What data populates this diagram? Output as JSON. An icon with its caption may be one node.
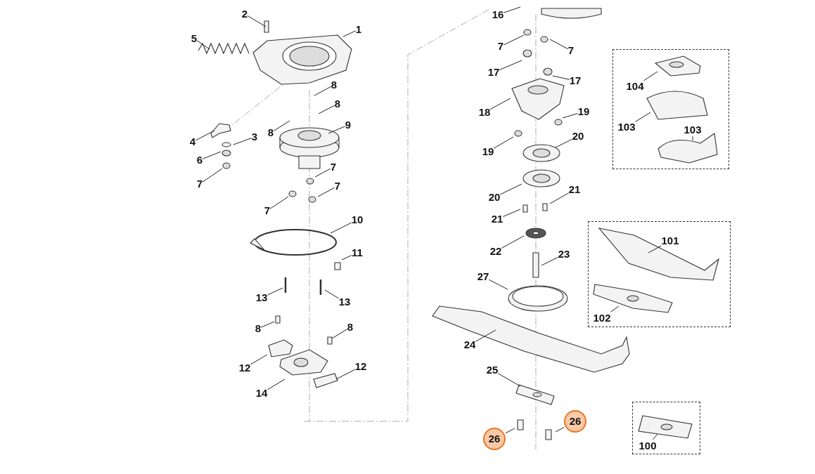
{
  "diagram": {
    "nodes": [
      {
        "text": [
          "2"
        ]
      },
      {
        "text": [
          "1"
        ]
      },
      {
        "text": [
          "5"
        ]
      },
      {
        "text": [
          "8"
        ]
      },
      {
        "text": [
          "8"
        ]
      },
      {
        "text": [
          "8"
        ]
      },
      {
        "text": [
          "9"
        ]
      },
      {
        "text": [
          "4"
        ]
      },
      {
        "text": [
          "3"
        ]
      },
      {
        "text": [
          "6"
        ]
      },
      {
        "text": [
          "7"
        ]
      },
      {
        "text": [
          "7"
        ]
      },
      {
        "text": [
          "7"
        ]
      },
      {
        "text": [
          "7"
        ]
      },
      {
        "text": [
          "10"
        ]
      },
      {
        "text": [
          "11"
        ]
      },
      {
        "text": [
          "13"
        ]
      },
      {
        "text": [
          "13"
        ]
      },
      {
        "text": [
          "8"
        ]
      },
      {
        "text": [
          "8"
        ]
      },
      {
        "text": [
          "12"
        ]
      },
      {
        "text": [
          "12"
        ]
      },
      {
        "text": [
          "14"
        ]
      },
      {
        "text": [
          "16"
        ]
      },
      {
        "text": [
          "7"
        ]
      },
      {
        "text": [
          "7"
        ]
      },
      {
        "text": [
          "17"
        ]
      },
      {
        "text": [
          "17"
        ]
      },
      {
        "text": [
          "18"
        ]
      },
      {
        "text": [
          "19"
        ]
      },
      {
        "text": [
          "19"
        ]
      },
      {
        "text": [
          "20"
        ]
      },
      {
        "text": [
          "20"
        ]
      },
      {
        "text": [
          "21"
        ]
      },
      {
        "text": [
          "21"
        ]
      },
      {
        "text": [
          "22"
        ]
      },
      {
        "text": [
          "23"
        ]
      },
      {
        "text": [
          "27"
        ]
      },
      {
        "text": [
          "24"
        ]
      },
      {
        "text": [
          "25"
        ]
      },
      {
        "text": [
          "26"
        ]
      },
      {
        "text": [
          "26"
        ]
      },
      {
        "text": [],
        "shape": "box"
      },
      {
        "text": [
          "104"
        ],
        "in": 42
      },
      {
        "text": [
          "103"
        ],
        "in": 42
      },
      {
        "text": [
          "103"
        ],
        "in": 42
      },
      {
        "text": [],
        "shape": "box"
      },
      {
        "text": [
          "101"
        ],
        "in": 46
      },
      {
        "text": [
          "102"
        ],
        "in": 46
      },
      {
        "text": [],
        "shape": "box"
      },
      {
        "text": [
          "100"
        ],
        "in": 49
      }
    ],
    "edges": [
      {
        "from": 0,
        "to": null,
        "arrow": "none"
      },
      {
        "from": 1,
        "to": null,
        "arrow": "none"
      },
      {
        "from": 2,
        "to": null,
        "arrow": "none"
      },
      {
        "from": 3,
        "to": null,
        "arrow": "none"
      },
      {
        "from": 4,
        "to": null,
        "arrow": "none"
      },
      {
        "from": 5,
        "to": null,
        "arrow": "none"
      },
      {
        "from": 6,
        "to": null,
        "arrow": "none"
      },
      {
        "from": 7,
        "to": null,
        "arrow": "none"
      },
      {
        "from": 8,
        "to": null,
        "arrow": "none"
      },
      {
        "from": 9,
        "to": null,
        "arrow": "none"
      },
      {
        "from": 10,
        "to": null,
        "arrow": "none"
      },
      {
        "from": 11,
        "to": null,
        "arrow": "none"
      },
      {
        "from": 12,
        "to": null,
        "arrow": "none"
      },
      {
        "from": 13,
        "to": null,
        "arrow": "none"
      },
      {
        "from": 14,
        "to": null,
        "arrow": "none"
      },
      {
        "from": 15,
        "to": null,
        "arrow": "none"
      },
      {
        "from": 16,
        "to": null,
        "arrow": "none"
      },
      {
        "from": 17,
        "to": null,
        "arrow": "none"
      },
      {
        "from": 18,
        "to": null,
        "arrow": "none"
      },
      {
        "from": 19,
        "to": null,
        "arrow": "none"
      },
      {
        "from": 20,
        "to": null,
        "arrow": "none"
      },
      {
        "from": 21,
        "to": null,
        "arrow": "none"
      },
      {
        "from": 22,
        "to": null,
        "arrow": "none"
      },
      {
        "from": 23,
        "to": null,
        "arrow": "none"
      },
      {
        "from": 24,
        "to": null,
        "arrow": "none"
      },
      {
        "from": 25,
        "to": null,
        "arrow": "none"
      },
      {
        "from": 26,
        "to": null,
        "arrow": "none"
      },
      {
        "from": 27,
        "to": null,
        "arrow": "none"
      },
      {
        "from": 28,
        "to": null,
        "arrow": "none"
      },
      {
        "from": 29,
        "to": null,
        "arrow": "none"
      },
      {
        "from": 30,
        "to": null,
        "arrow": "none"
      },
      {
        "from": 31,
        "to": null,
        "arrow": "none"
      },
      {
        "from": 32,
        "to": null,
        "arrow": "none"
      },
      {
        "from": 33,
        "to": null,
        "arrow": "none"
      },
      {
        "from": 34,
        "to": null,
        "arrow": "none"
      },
      {
        "from": 35,
        "to": null,
        "arrow": "none"
      },
      {
        "from": 36,
        "to": null,
        "arrow": "none"
      },
      {
        "from": 37,
        "to": null,
        "arrow": "none"
      },
      {
        "from": 38,
        "to": null,
        "arrow": "none"
      },
      {
        "from": 39,
        "to": null,
        "arrow": "none"
      },
      {
        "from": 40,
        "to": null,
        "arrow": "none"
      },
      {
        "from": 41,
        "to": null,
        "arrow": "none"
      },
      {
        "from": 43,
        "to": null,
        "arrow": "none"
      },
      {
        "from": 44,
        "to": null,
        "arrow": "none"
      },
      {
        "from": 45,
        "to": null,
        "arrow": "none"
      },
      {
        "from": 47,
        "to": null,
        "arrow": "none"
      },
      {
        "from": 48,
        "to": null,
        "arrow": "none"
      },
      {
        "from": 50,
        "to": null,
        "arrow": "none"
      }
    ]
  }
}
